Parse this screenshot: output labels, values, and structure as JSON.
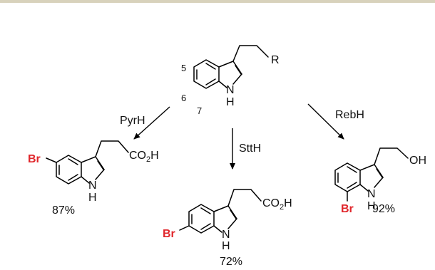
{
  "start": {
    "r_label": "R",
    "nh": "N",
    "h": "H",
    "pos5": "5",
    "pos6": "6",
    "pos7": "7"
  },
  "enzymes": {
    "left": "PyrH",
    "middle": "SttH",
    "right": "RebH"
  },
  "products": {
    "left": {
      "halogen": "Br",
      "acid": "CO",
      "acid_sub": "2",
      "acid_h": "H",
      "n": "N",
      "h": "H",
      "yield": "87%"
    },
    "middle": {
      "halogen": "Br",
      "acid": "CO",
      "acid_sub": "2",
      "acid_h": "H",
      "n": "N",
      "h": "H",
      "yield": "72%"
    },
    "right": {
      "halogen": "Br",
      "oh": "OH",
      "n": "N",
      "h": "H",
      "yield": "92%"
    }
  },
  "colors": {
    "halogen": "#e0262b",
    "topbar": "#d8d2bc"
  }
}
